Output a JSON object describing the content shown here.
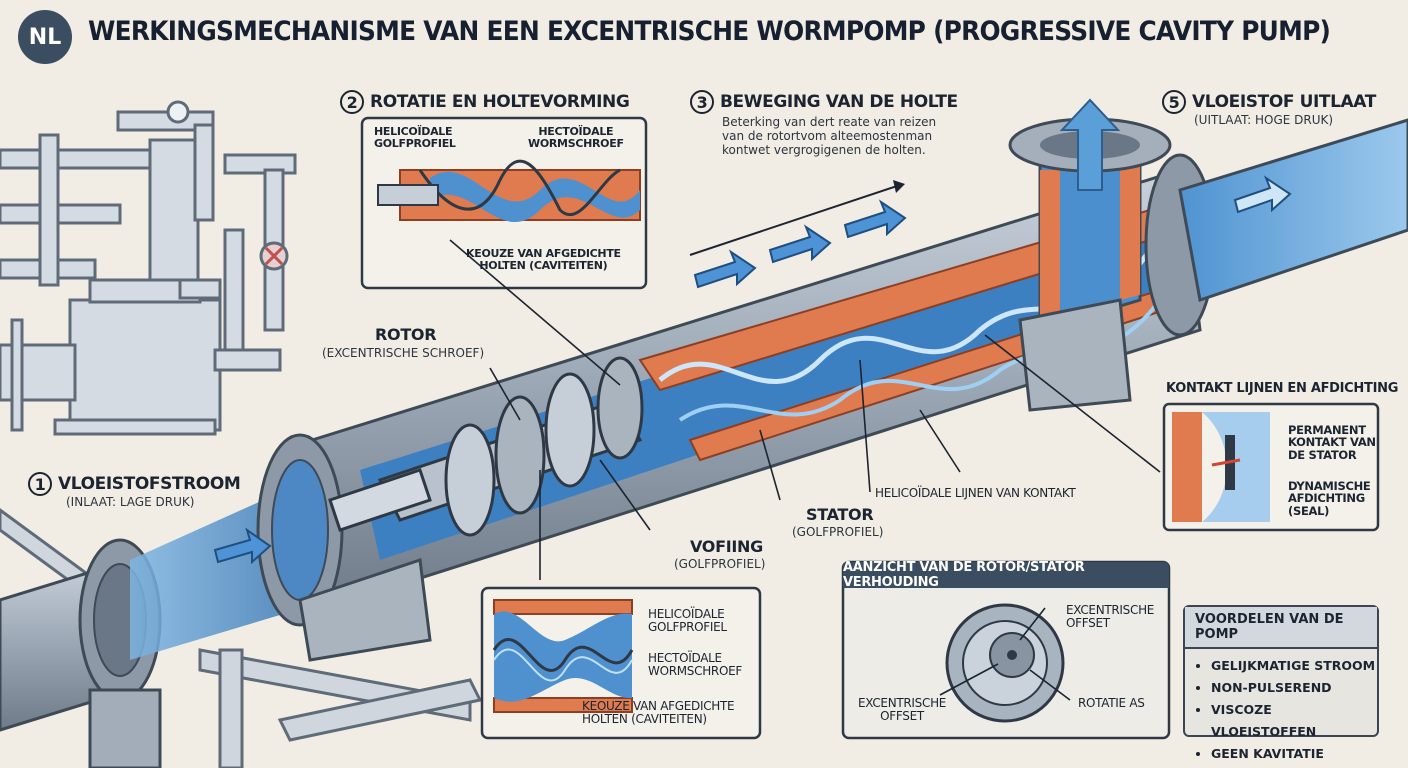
{
  "badge": "NL",
  "title": "WERKINGSMECHANISME VAN EEN EXCENTRISCHE WORMPOMP (PROGRESSIVE CAVITY PUMP)",
  "step1": {
    "num": "1",
    "label": "VLOEISTOFSTROOM",
    "sub": "(INLAAT: LAGE DRUK)"
  },
  "step2": {
    "num": "2",
    "label": "ROTATIE EN HOLTEVORMING"
  },
  "step3": {
    "num": "3",
    "label": "BEWEGING VAN DE HOLTE",
    "desc": [
      "Beterking van dert reate van reizen",
      "van de rotortvom alteemostenman",
      "kontwet vergrogigenen de holten."
    ]
  },
  "step5": {
    "num": "5",
    "label": "VLOEISTOF UITLAAT",
    "sub": "(UITLAAT: HOGE DRUK)"
  },
  "inset2": {
    "label_a": [
      "HELICOÏDALE",
      "GOLFPROFIEL"
    ],
    "label_b": [
      "HECTOÏDALE",
      "WORMSCHROEF"
    ],
    "label_c": [
      "KEOUZE VAN AFGEDICHTE",
      "HOLTEN (CAVITEITEN)"
    ]
  },
  "rotor": {
    "label": "ROTOR",
    "sub": "(EXCENTRISCHE SCHROEF)"
  },
  "vofiing": {
    "label": "VOFIING",
    "sub": "(GOLFPROFIEL)"
  },
  "stator": {
    "label": "STATOR",
    "sub": "(GOLFPROFIEL)"
  },
  "contact_lines": "HELICOÏDALE LIJNEN VAN KONTAKT",
  "contact_panel": {
    "title": "KONTAKT LIJNEN EN AFDICHTING",
    "label_a": [
      "PERMANENT",
      "KONTAKT VAN",
      "DE STATOR"
    ],
    "label_b": [
      "DYNAMISCHE",
      "AFDICHTING",
      "(SEAL)"
    ]
  },
  "bottom_inset": {
    "label_a": [
      "HELICOÏDALE",
      "GOLFPROFIEL"
    ],
    "label_b": [
      "HECTOÏDALE",
      "WORMSCHROEF"
    ],
    "label_c": [
      "KEOUZE VAN AFGEDICHTE",
      "HOLTEN (CAVITEITEN)"
    ]
  },
  "ratio_panel": {
    "title": "AANZICHT VAN DE ROTOR/STATOR VERHOUDING",
    "label_a": [
      "EXCENTRISCHE",
      "OFFSET"
    ],
    "label_b": [
      "EXCENTRISCHE",
      "OFFSET"
    ],
    "label_c": "ROTATIE AS"
  },
  "advantages": {
    "title": "VOORDELEN VAN DE POMP",
    "items": [
      "GELIJKMATIGE STROOM",
      "NON-PULSEREND",
      "VISCOZE VLOEISTOFFEN",
      "GEEN KAVITATIE"
    ]
  },
  "colors": {
    "water": "#3b82c4",
    "stator": "#e07b4f",
    "steel": "#a9b4c1",
    "dark": "#3b4d61"
  }
}
